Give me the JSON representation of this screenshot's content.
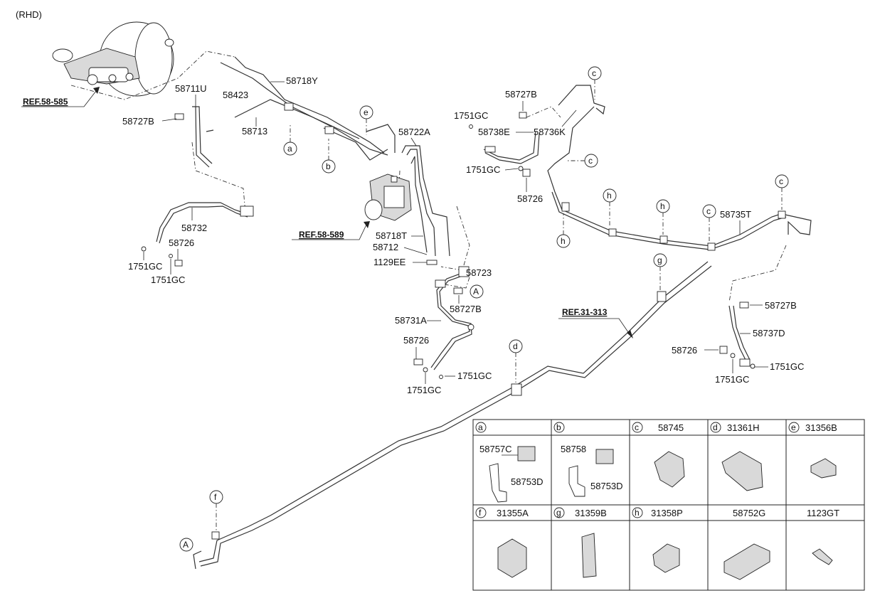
{
  "header": {
    "variant": "(RHD)"
  },
  "references": [
    "REF.58-585",
    "REF.58-589",
    "REF.31-313"
  ],
  "callouts": {
    "p58718Y": "58718Y",
    "p58423": "58423",
    "p58711U": "58711U",
    "p58727B_1": "58727B",
    "p58713": "58713",
    "p58722A": "58722A",
    "p58727B_2": "58727B",
    "p1751GC_1": "1751GC",
    "p58738E": "58738E",
    "p58736K": "58736K",
    "p1751GC_2": "1751GC",
    "p58726_1": "58726",
    "p58735T": "58735T",
    "p58732": "58732",
    "p58726_2": "58726",
    "p1751GC_3": "1751GC",
    "p1751GC_4": "1751GC",
    "p58718T": "58718T",
    "p58712": "58712",
    "p1129EE": "1129EE",
    "p58723": "58723",
    "p58727B_3": "58727B",
    "p58731A": "58731A",
    "p58726_3": "58726",
    "p1751GC_5": "1751GC",
    "p1751GC_6": "1751GC",
    "p58727B_4": "58727B",
    "p58737D": "58737D",
    "p58726_4": "58726",
    "p1751GC_7": "1751GC",
    "p1751GC_8": "1751GC"
  },
  "letter_markers": [
    "a",
    "b",
    "c",
    "d",
    "e",
    "f",
    "g",
    "h",
    "A"
  ],
  "legend": {
    "row1": [
      {
        "key": "a",
        "part": "",
        "subparts": [
          "58757C",
          "58753D"
        ]
      },
      {
        "key": "b",
        "part": "",
        "subparts": [
          "58758",
          "58753D"
        ]
      },
      {
        "key": "c",
        "part": "58745"
      },
      {
        "key": "d",
        "part": "31361H"
      },
      {
        "key": "e",
        "part": "31356B"
      }
    ],
    "row2": [
      {
        "key": "f",
        "part": "31355A"
      },
      {
        "key": "g",
        "part": "31359B"
      },
      {
        "key": "h",
        "part": "31358P"
      },
      {
        "key": "",
        "part": "58752G"
      },
      {
        "key": "",
        "part": "1123GT"
      }
    ]
  }
}
